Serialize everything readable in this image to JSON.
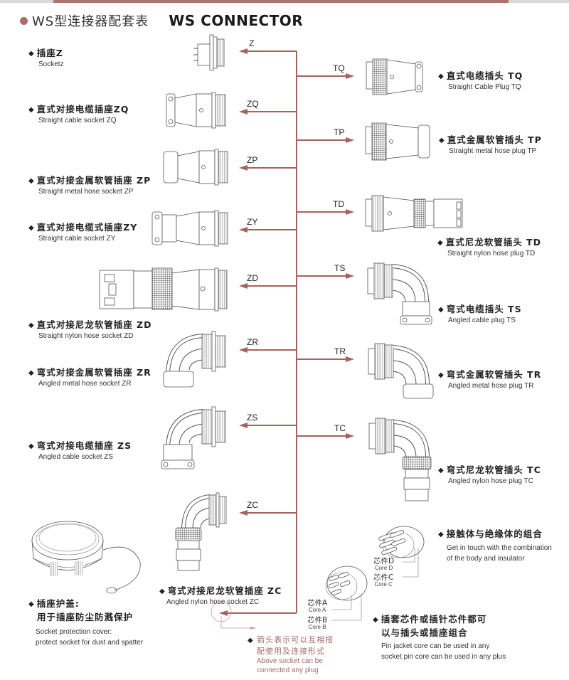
{
  "header": {
    "title_cn": "WS型连接器配套表",
    "title_en": "WS CONNECTOR",
    "accent_color": "#b06a68"
  },
  "arrow_color": "#a5625e",
  "sockets": [
    {
      "code": "Z",
      "cn": "插座Z",
      "en": "Socketz"
    },
    {
      "code": "ZQ",
      "cn": "直式对接电缆插座ZQ",
      "en": "Straight cable socket  ZQ"
    },
    {
      "code": "ZP",
      "cn": "直式对接金属软管插座 ZP",
      "en": "Straight  metal hose socket ZP"
    },
    {
      "code": "ZY",
      "cn": "直式对接电缆式插座ZY",
      "en": "Straight cable socket  ZY"
    },
    {
      "code": "ZD",
      "cn": "直式对接尼龙软管插座 ZD",
      "en": "Straight nylon hose socket  ZD"
    },
    {
      "code": "ZR",
      "cn": "弯式对接金属软管插座 ZR",
      "en": "Angled metal hose socket  ZR"
    },
    {
      "code": "ZS",
      "cn": "弯式对接电缆插座 ZS",
      "en": "Angled cable socket  ZS"
    },
    {
      "code": "ZC",
      "cn": "弯式对接尼龙软管插座 ZC",
      "en": "Angled nylon hose socket  ZC"
    }
  ],
  "plugs": [
    {
      "code": "TQ",
      "cn": "直式电缆插头 TQ",
      "en": "Straight  Cable Plug  TQ"
    },
    {
      "code": "TP",
      "cn": "直式金属软管插头 TP",
      "en": "Straight metal hose plug  TP"
    },
    {
      "code": "TD",
      "cn": "直式尼龙软管插头 TD",
      "en": "Straight nylon hose plug  TD"
    },
    {
      "code": "TS",
      "cn": "弯式电缆插头 TS",
      "en": "Angled cable plug  TS"
    },
    {
      "code": "TR",
      "cn": "弯式金属软管插头 TR",
      "en": "Angled metal hose plug  TR"
    },
    {
      "code": "TC",
      "cn": "弯式尼龙软管插头 TC",
      "en": "Angled nylon hose plug  TC"
    }
  ],
  "cover": {
    "cn1": "插座护盖:",
    "cn2": "用于插座防尘防溅保护",
    "en1": "Socket protection cover:",
    "en2": "protect socket for dust and spatter"
  },
  "arrow_note": {
    "cn1": "箭头表示可以互相搭",
    "cn2": "配使用及连接形式",
    "en1": "Above socket can be",
    "en2": "connected any plug"
  },
  "cores": [
    {
      "cn": "芯件A",
      "en": "Core A"
    },
    {
      "cn": "芯件B",
      "en": "Core B"
    },
    {
      "cn": "芯件C",
      "en": "Core C"
    },
    {
      "cn": "芯件D",
      "en": "Core D"
    }
  ],
  "contact_note": {
    "cn": "接触体与绝缘体的组合",
    "en1": "Get in touch with the combination",
    "en2": "of the body and insulator"
  },
  "core_note": {
    "cn1": "插套芯件或插针芯件都可",
    "cn2": "以与插头或插座组合",
    "en1": "Pin jacket core can be used in any",
    "en2": "socket pin core can be used in any plus"
  }
}
